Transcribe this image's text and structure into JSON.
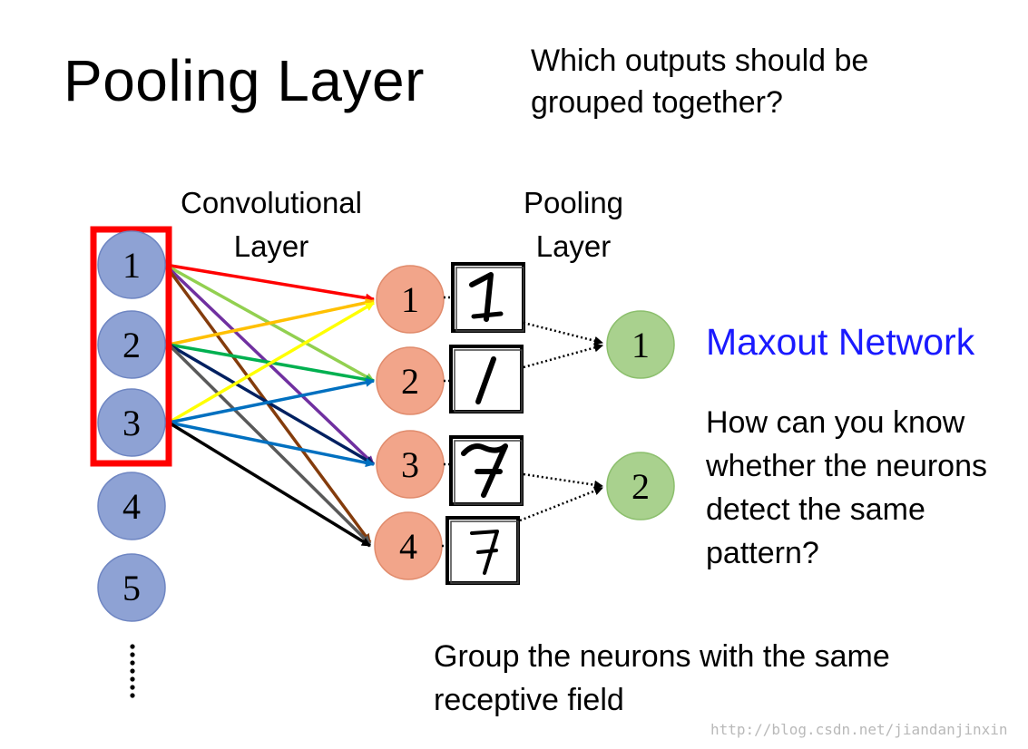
{
  "title": "Pooling Layer",
  "question": {
    "line1": "Which outputs should be",
    "line2": "grouped together?"
  },
  "conv_label": {
    "line1": "Convolutional",
    "line2": "Layer"
  },
  "pool_label": {
    "line1": "Pooling",
    "line2": "Layer"
  },
  "input_neurons": [
    "1",
    "2",
    "3",
    "4",
    "5"
  ],
  "conv_neurons": [
    "1",
    "2",
    "3",
    "4"
  ],
  "maxout_neurons": [
    "1",
    "2"
  ],
  "maxout_label": "Maxout Network",
  "know_text": {
    "line1": "How can you know",
    "line2": "whether the neurons",
    "line3": "detect the same",
    "line4": "pattern?"
  },
  "group_text": {
    "line1": "Group the neurons with the same",
    "line2": "receptive field"
  },
  "watermark": "http://blog.csdn.net/jiandanjinxin",
  "colors": {
    "input_neuron": "#8ea2d4",
    "conv_neuron": "#f2a58a",
    "maxout_neuron": "#a9d18e",
    "highlight_box": "#ff0000",
    "maxout_text": "#1a1aff"
  },
  "digit_images": [
    "digit-1-icon",
    "digit-1-slanted-icon",
    "digit-7-icon",
    "digit-7-thin-icon"
  ]
}
